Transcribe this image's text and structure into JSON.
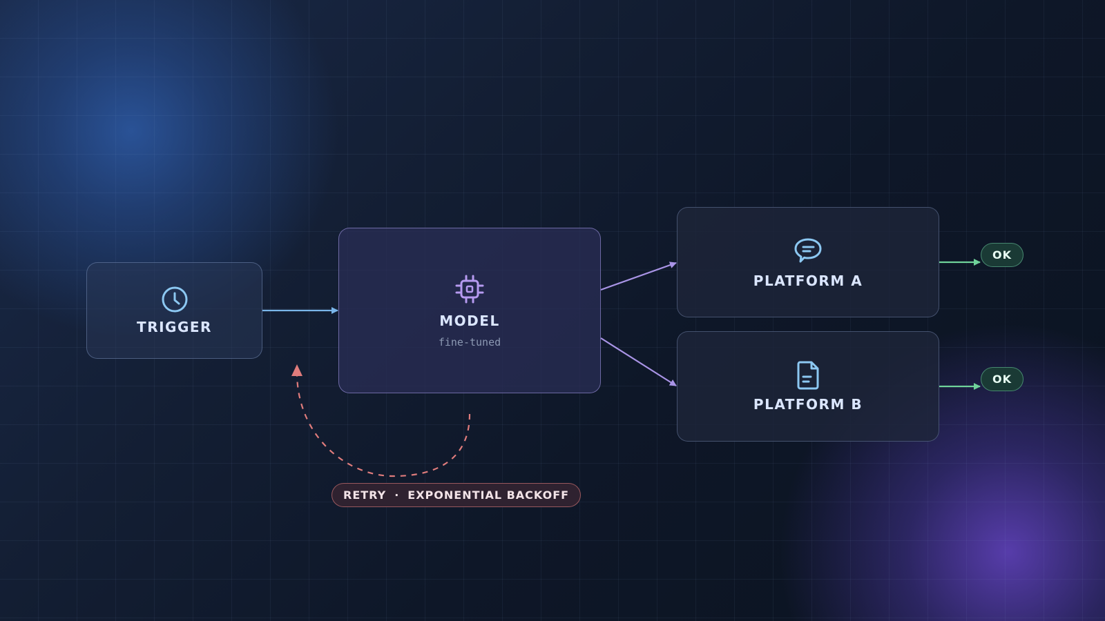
{
  "nodes": {
    "trigger": {
      "title": "TRIGGER",
      "icon": "clock-icon"
    },
    "model": {
      "title": "MODEL",
      "subtitle": "fine-tuned",
      "icon": "cpu-chip-icon"
    },
    "platform_a": {
      "title": "PLATFORM A",
      "icon": "chat-bubble-icon"
    },
    "platform_b": {
      "title": "PLATFORM B",
      "icon": "document-icon"
    }
  },
  "badges": {
    "platform_a_status": "OK",
    "platform_b_status": "OK"
  },
  "retry": {
    "label": "RETRY",
    "separator": "·",
    "detail": "EXPONENTIAL BACKOFF"
  },
  "colors": {
    "trigger_edge": "#7ab6ea",
    "model_edge": "#a994e6",
    "success_edge": "#6fd39a",
    "retry_edge": "#e07c7c",
    "icon_blue": "#8cc8f2",
    "icon_purple": "#b69af0"
  }
}
